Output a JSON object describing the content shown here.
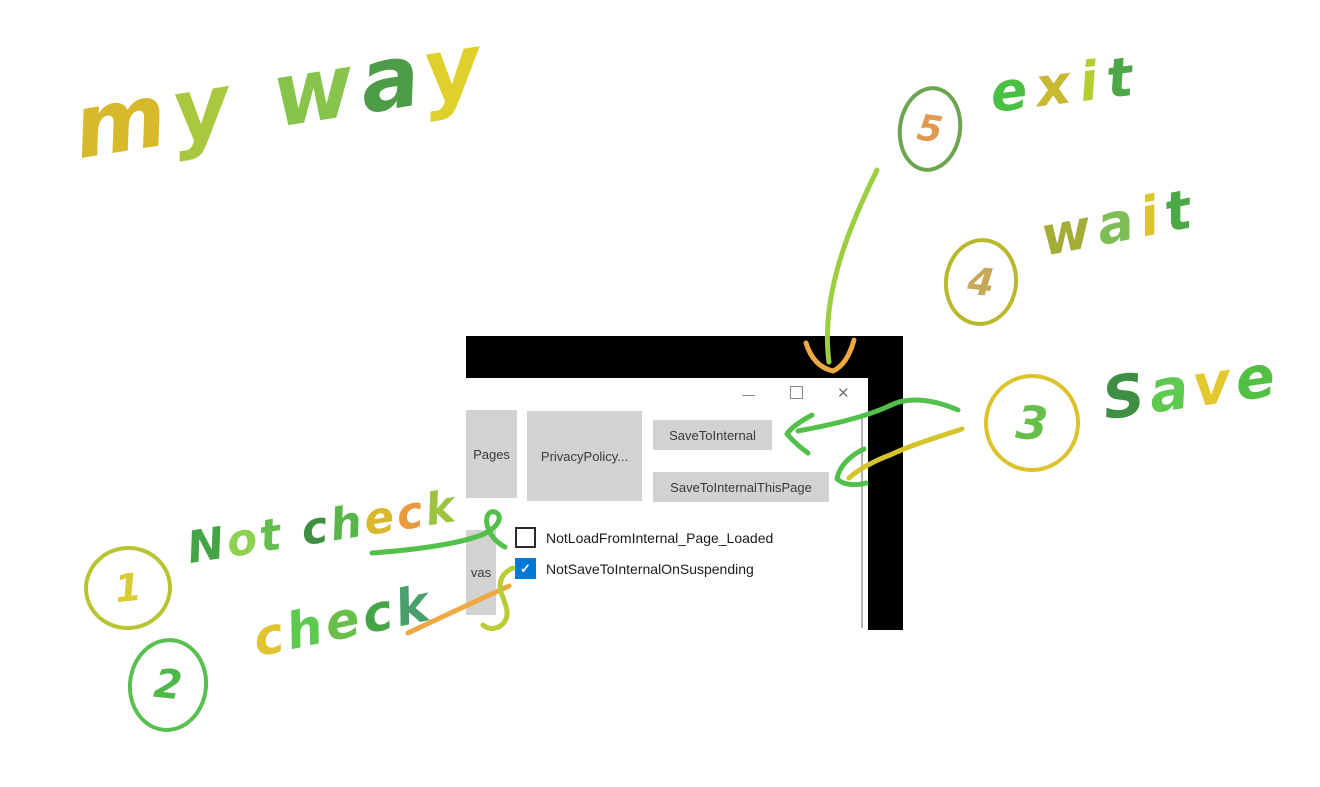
{
  "annotations": {
    "title": {
      "text": "my way",
      "colors": [
        "#d9b92c",
        "#a9c83e",
        "",
        "#86c44c",
        "#4d9c48",
        "#dfd02b"
      ]
    },
    "steps": [
      {
        "num": "1",
        "word": {
          "text": "Not check",
          "colors": [
            "#45a546",
            "#8ed04f",
            "#63bd4f",
            "",
            "#3e8e43",
            "#57b54a",
            "#d9b830",
            "#e89a3c",
            "#9cc43e"
          ]
        },
        "circle_color": "#b6c531",
        "num_color": "#d9cc30"
      },
      {
        "num": "2",
        "word": {
          "text": "check",
          "colors": [
            "#e0c431",
            "#5ec94f",
            "#6abf4b",
            "#45a546",
            "#49a06c"
          ]
        },
        "circle_color": "#58c050",
        "num_color": "#4fb848"
      },
      {
        "num": "3",
        "word": {
          "text": "Save",
          "colors": [
            "#3e8e43",
            "#5ec94f",
            "#e3c92f",
            "#54bf45"
          ]
        },
        "circle_color": "#dcc32e",
        "num_color": "#65bf4a"
      },
      {
        "num": "4",
        "word": {
          "text": "wait",
          "colors": [
            "#a3ad36",
            "#7cbd55",
            "#dfc431",
            "#4aa845"
          ]
        },
        "circle_color": "#b9b92e",
        "num_color": "#c5a85a"
      },
      {
        "num": "5",
        "word": {
          "text": "exit",
          "colors": [
            "#4bbf43",
            "#c9b930",
            "#b5cc33",
            "#4da647"
          ]
        },
        "circle_color": "#6ca551",
        "num_color": "#e09a50"
      }
    ],
    "ink": {
      "green": "#52c04a",
      "light_green": "#9ccf3f",
      "yellow_green": "#b9cc33",
      "gold": "#d4c32b",
      "orange": "#f0a843"
    }
  },
  "window": {
    "titlebar": {
      "minimize": "—",
      "close": "✕"
    },
    "buttons": [
      {
        "label": "Pages"
      },
      {
        "label": "PrivacyPolicy..."
      },
      {
        "label": "SaveToInternal"
      },
      {
        "label": "SaveToInternalThisPage"
      },
      {
        "label": "vas"
      }
    ],
    "checkboxes": [
      {
        "label": "NotLoadFromInternal_Page_Loaded",
        "checked": false
      },
      {
        "label": "NotSaveToInternalOnSuspending",
        "checked": true
      }
    ],
    "check_glyph": "✓",
    "colors": {
      "button_bg": "#d2d2d2",
      "button_text": "#3a3a3a",
      "accent_blue": "#0078d7",
      "frame_black": "#000000"
    }
  }
}
